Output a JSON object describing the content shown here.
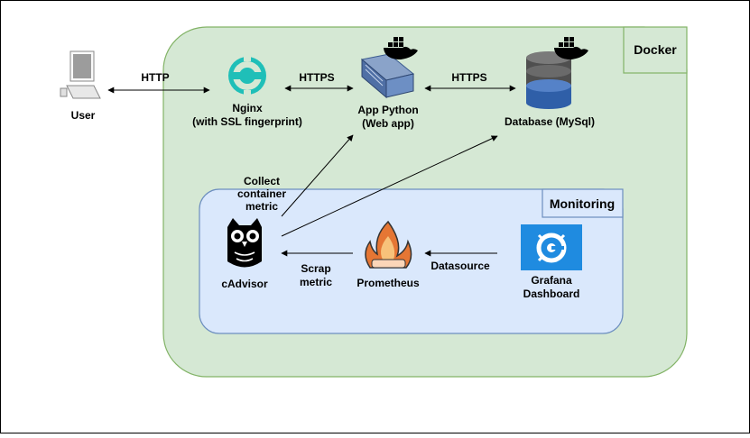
{
  "containers": {
    "docker": {
      "label": "Docker",
      "fill": "#d5e8d4",
      "stroke": "#82b366"
    },
    "monitoring": {
      "label": "Monitoring",
      "fill": "#dae8fc",
      "stroke": "#6c8ebf"
    }
  },
  "nodes": {
    "user": {
      "label": "User",
      "icon": "desktop-computer-icon"
    },
    "nginx": {
      "line1": "Nginx",
      "line2": "(with SSL fingerprint)",
      "icon": "nginx-icon",
      "color": "#1fbfb8"
    },
    "app": {
      "line1": "App Python",
      "line2": "(Web app)",
      "icon": "server-icon"
    },
    "database": {
      "label": "Database (MySql)",
      "icon": "database-icon"
    },
    "cadvisor": {
      "label": "cAdvisor",
      "icon": "owl-icon"
    },
    "prometheus": {
      "label": "Prometheus",
      "icon": "prometheus-flame-icon"
    },
    "grafana": {
      "line1": "Grafana",
      "line2": "Dashboard",
      "icon": "grafana-icon",
      "color": "#1f8be0"
    }
  },
  "edges": {
    "user_nginx": "HTTP",
    "nginx_app": "HTTPS",
    "app_db": "HTTPS",
    "collect": {
      "line1": "Collect",
      "line2": "container",
      "line3": "metric"
    },
    "scrap": {
      "line1": "Scrap",
      "line2": "metric"
    },
    "datasource": "Datasource"
  }
}
